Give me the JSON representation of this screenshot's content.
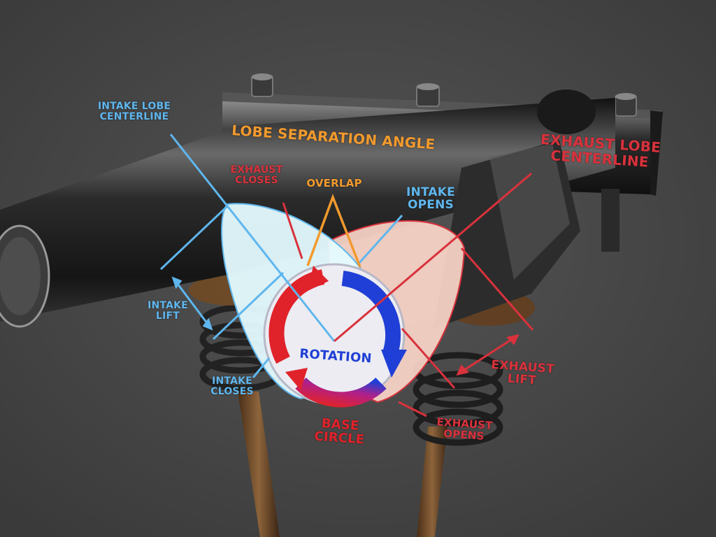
{
  "colors": {
    "background": "#4a4a4a",
    "intake": "#5fb6ee",
    "exhaust": "#d9323c",
    "overlap": "#f29a2e",
    "rotation_blue": "#1f3fd6",
    "rotation_red": "#e0222a"
  },
  "labels": {
    "intake_lobe_centerline": [
      "INTAKE LOBE",
      "CENTERLINE"
    ],
    "lobe_separation_angle": "LOBE SEPARATION ANGLE",
    "exhaust_lobe_centerline": [
      "EXHAUST LOBE",
      "CENTERLINE"
    ],
    "exhaust_closes": [
      "EXHAUST",
      "CLOSES"
    ],
    "overlap": "OVERLAP",
    "intake_opens": [
      "INTAKE",
      "OPENS"
    ],
    "intake_lift": [
      "INTAKE",
      "LIFT"
    ],
    "intake_closes": [
      "INTAKE",
      "CLOSES"
    ],
    "rotation": "ROTATION",
    "base_circle": [
      "BASE",
      "CIRCLE"
    ],
    "exhaust_lift": [
      "EXHAUST",
      "LIFT"
    ],
    "exhaust_opens": [
      "EXHAUST",
      "OPENS"
    ]
  }
}
